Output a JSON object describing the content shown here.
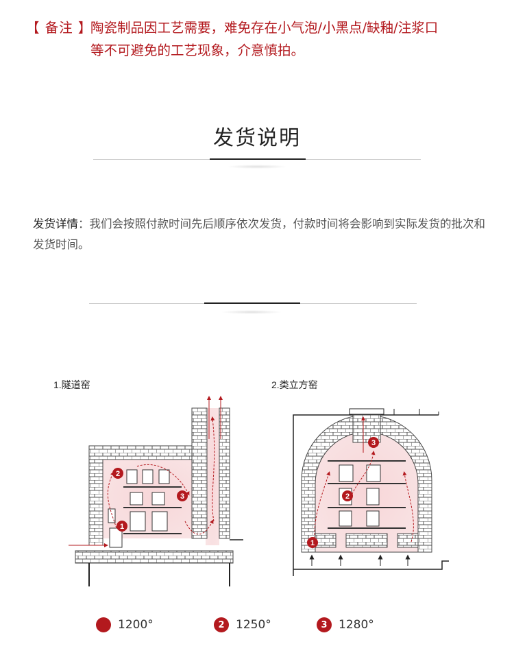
{
  "note": {
    "tag": "【 备注 】",
    "line1": "陶瓷制品因工艺需要，难免存在小气泡/小黑点/缺釉/注浆口",
    "line2": "等不可避免的工艺现象，介意慎拍。"
  },
  "section": {
    "title": "发货说明"
  },
  "shipping": {
    "label": "发货详情",
    "text": "：我们会按照付款时间先后顺序依次发货，付款时间将会影响到实际发货的批次和发货时间。"
  },
  "kilns": {
    "tunnel_label": "1.隧道窑",
    "vertical_label": "2.类立方窑",
    "markers": [
      "1",
      "2",
      "3"
    ]
  },
  "legend": [
    {
      "marker": "",
      "temp": "1200°"
    },
    {
      "marker": "2",
      "temp": "1250°"
    },
    {
      "marker": "3",
      "temp": "1280°"
    }
  ],
  "colors": {
    "accent": "#b3191e",
    "glow": "#f4c9cc"
  }
}
